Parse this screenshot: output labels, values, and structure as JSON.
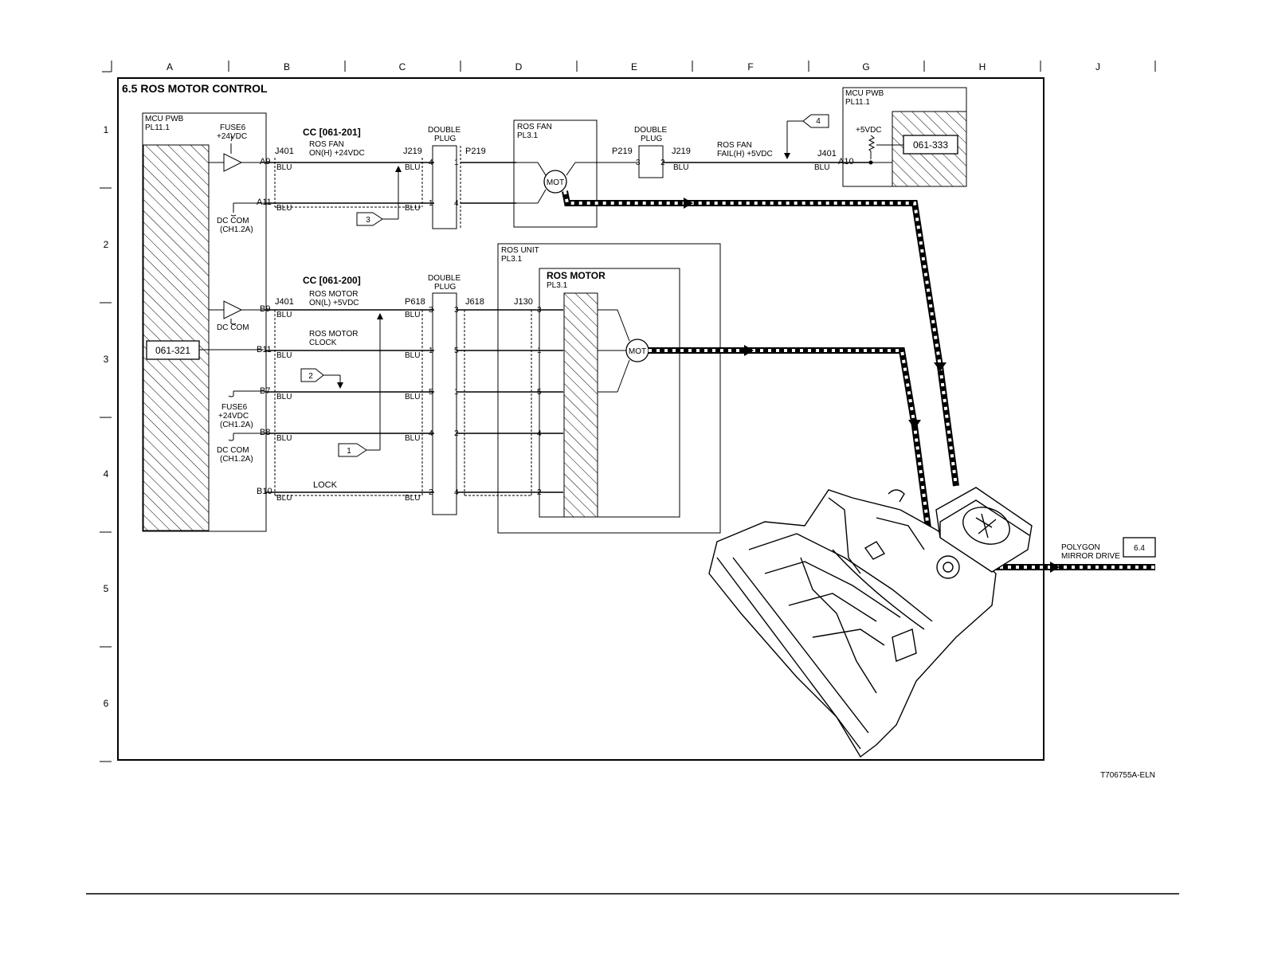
{
  "page": {
    "title": "6.5 ROS MOTOR CONTROL",
    "figure_id": "T706755A-ELN"
  },
  "zones": {
    "columns": [
      "A",
      "B",
      "C",
      "D",
      "E",
      "F",
      "G",
      "H",
      "J"
    ],
    "rows": [
      "1",
      "2",
      "3",
      "4",
      "5",
      "6"
    ]
  },
  "mcu_left": {
    "name": "MCU PWB",
    "pl": "PL11.1",
    "code": "061-321"
  },
  "mcu_right": {
    "name": "MCU PWB",
    "pl": "PL11.1",
    "code": "061-333",
    "voltage": "+5VDC"
  },
  "fuse_top": {
    "name": "FUSE6",
    "voltage": "+24VDC"
  },
  "fuse_bottom": {
    "name": "FUSE6",
    "voltage": "+24VDC",
    "ch": "(CH1.2A)"
  },
  "dc_com": {
    "label": "DC COM",
    "ch": "(CH1.2A)"
  },
  "fan_circuit": {
    "cc": "CC [061-201]",
    "signal1": "ROS FAN",
    "signal2": "ON(H) +24VDC",
    "fail1": "ROS FAN",
    "fail2": "FAIL(H) +5VDC",
    "j401": "J401",
    "j219": "J219",
    "p219": "P219",
    "pin_a9": "A9",
    "pin_a11": "A11",
    "pin_a10": "A10",
    "dp_l1": "4",
    "dp_r1": "1",
    "dp_l2": "1",
    "dp_r2": "4",
    "dp2_l": "3",
    "dp2_r": "2",
    "fan_name": "ROS FAN",
    "fan_pl": "PL3.1"
  },
  "motor_circuit": {
    "cc": "CC [061-200]",
    "sig_on1": "ROS MOTOR",
    "sig_on2": "ON(L) +5VDC",
    "sig_clk1": "ROS MOTOR",
    "sig_clk2": "CLOCK",
    "lock": "LOCK",
    "j401": "J401",
    "p618": "P618",
    "j618": "J618",
    "j130": "J130",
    "pins": [
      "B9",
      "B11",
      "B7",
      "B8",
      "B10"
    ],
    "dp_left": [
      "3",
      "1",
      "5",
      "4",
      "2"
    ],
    "dp_right": [
      "3",
      "5",
      "1",
      "2",
      "4"
    ],
    "j130_pins": [
      "3",
      "1",
      "5",
      "4",
      "2"
    ],
    "unit_name": "ROS UNIT",
    "unit_pl": "PL3.1",
    "motor_name": "ROS MOTOR",
    "motor_pl": "PL3.1"
  },
  "common": {
    "double_plug1": "DOUBLE",
    "double_plug2": "PLUG",
    "wire_color": "BLU",
    "mot": "MOT"
  },
  "flags": [
    "1",
    "2",
    "3",
    "4"
  ],
  "polygon": {
    "label1": "POLYGON",
    "label2": "MIRROR DRIVE",
    "ref": "6.4"
  }
}
